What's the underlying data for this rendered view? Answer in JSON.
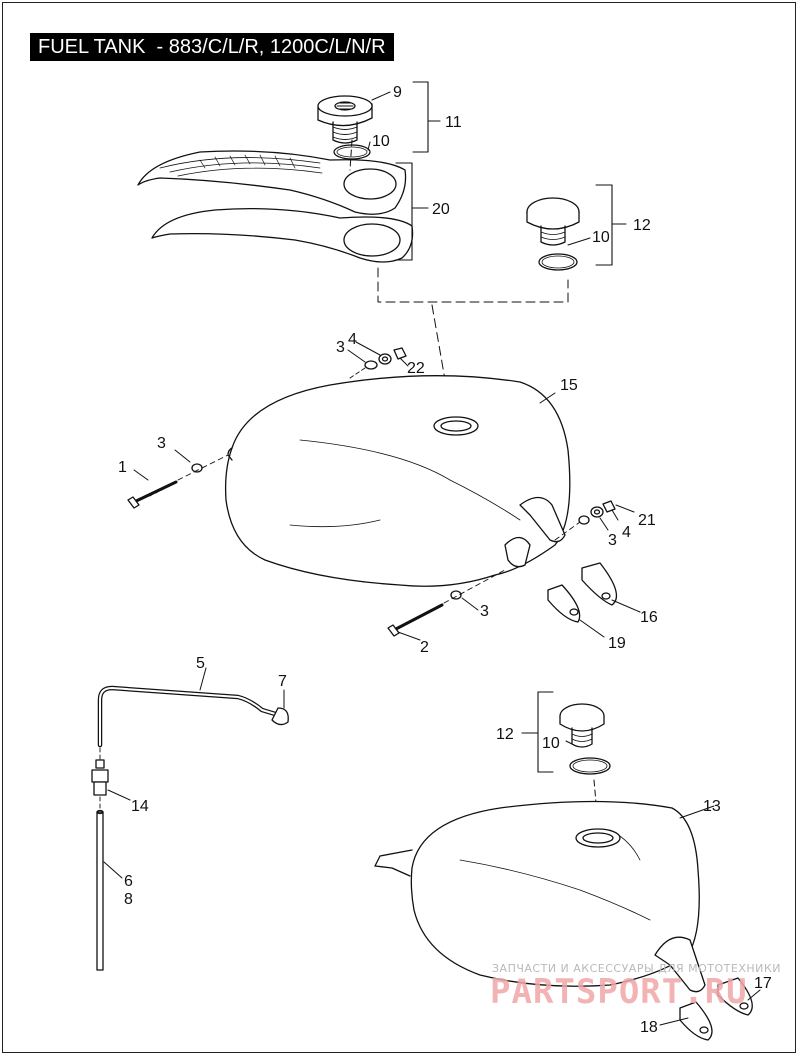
{
  "title": "FUEL TANK  - 883/C/L/R, 1200C/L/N/R",
  "callouts": {
    "c1": "1",
    "c2": "2",
    "c3a": "3",
    "c3b": "3",
    "c3c": "3",
    "c3d": "3",
    "c4a": "4",
    "c4b": "4",
    "c5": "5",
    "c6": "6",
    "c7": "7",
    "c8": "8",
    "c9": "9",
    "c10a": "10",
    "c10b": "10",
    "c10c": "10",
    "c11": "11",
    "c12a": "12",
    "c12b": "12",
    "c13": "13",
    "c14": "14",
    "c15": "15",
    "c16": "16",
    "c17": "17",
    "c18": "18",
    "c19": "19",
    "c20": "20",
    "c21": "21",
    "c22": "22"
  },
  "watermark": {
    "caption": "ЗАПЧАСТИ И АКСЕССУАРЫ ДЛЯ МОТОТЕХНИКИ",
    "logo": "PARTSPORT.RU"
  }
}
